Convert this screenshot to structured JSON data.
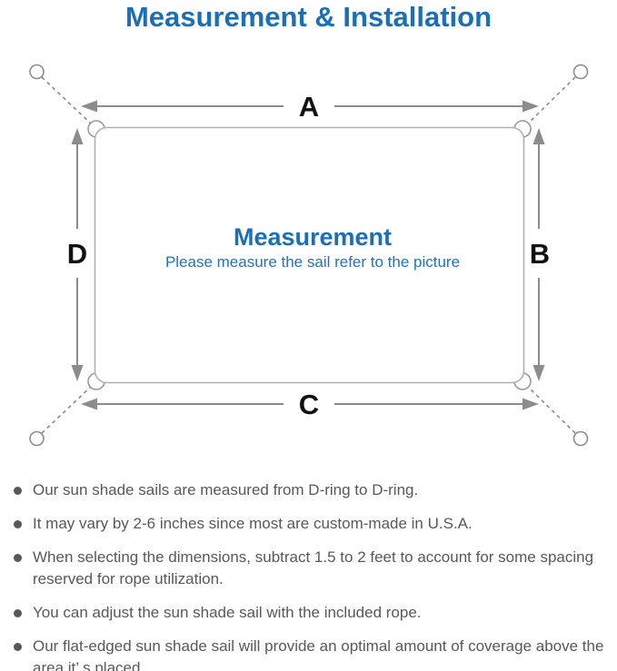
{
  "page_title": "Measurement & Installation",
  "diagram": {
    "dimension_labels": {
      "top": "A",
      "right": "B",
      "bottom": "C",
      "left": "D"
    },
    "center_title": "Measurement",
    "center_subtitle": "Please measure the sail refer to the picture"
  },
  "notes": [
    "Our sun shade sails are measured from D-ring to D-ring.",
    "It may vary by 2-6 inches since most are custom-made in U.S.A.",
    "When selecting the dimensions, subtract 1.5 to 2 feet to account for some spacing reserved for rope utilization.",
    "You can adjust the sun shade sail with the included rope.",
    "Our flat-edged sun shade sail will provide an optimal amount of coverage above the area it’ s placed."
  ],
  "colors": {
    "accent_blue": "#1a6fb6",
    "subtitle_blue": "#2273b9",
    "line_gray": "#8c8c8c",
    "sail_border_gray": "#b0b0b0",
    "text_gray": "#58585a",
    "label_black": "#111111"
  }
}
